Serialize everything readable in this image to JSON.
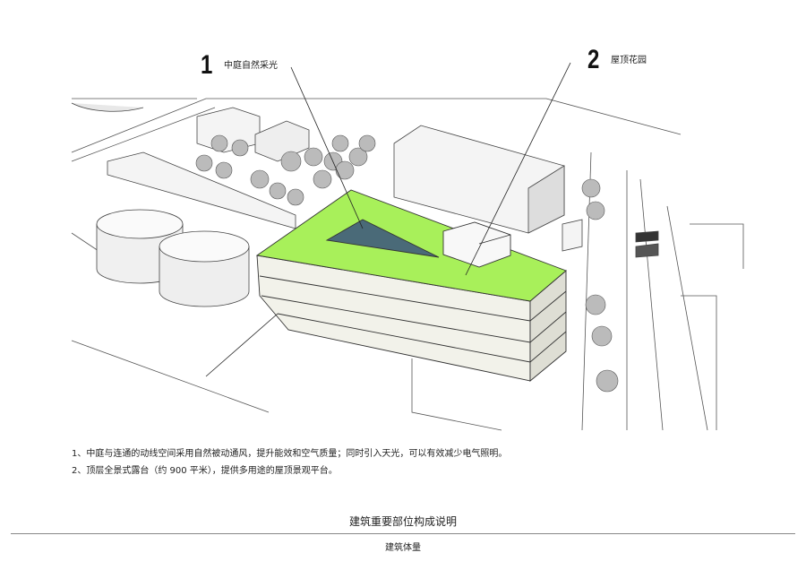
{
  "callouts": [
    {
      "number": "1",
      "label": "中庭自然采光"
    },
    {
      "number": "2",
      "label": "屋顶花园"
    }
  ],
  "notes": [
    "1、中庭与连通的动线空间采用自然被动通风，提升能效和空气质量；同时引入天光，可以有效减少电气照明。",
    "2、顶层全景式露台（约 900 平米），提供多用途的屋顶景观平台。"
  ],
  "title": "建筑重要部位构成说明",
  "subtitle": "建筑体量",
  "colors": {
    "roof": "#a8f05a",
    "skylight": "#4a6a78",
    "wall": "#f2f2ea"
  }
}
